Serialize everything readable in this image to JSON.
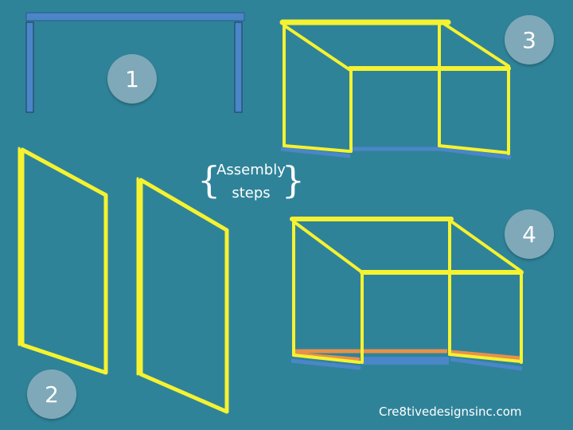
{
  "steps": [
    {
      "number": "1"
    },
    {
      "number": "2"
    },
    {
      "number": "3"
    },
    {
      "number": "4"
    }
  ],
  "caption": {
    "line1": "Assembly",
    "line2": "steps"
  },
  "credit": "Cre8tivedesignsinc.com",
  "colors": {
    "background": "#2f8399",
    "frame_yellow": "#f5f230",
    "base_blue": "#4a86c8",
    "accent_orange": "#e8914a",
    "badge_fill": "#7fa9b8"
  }
}
